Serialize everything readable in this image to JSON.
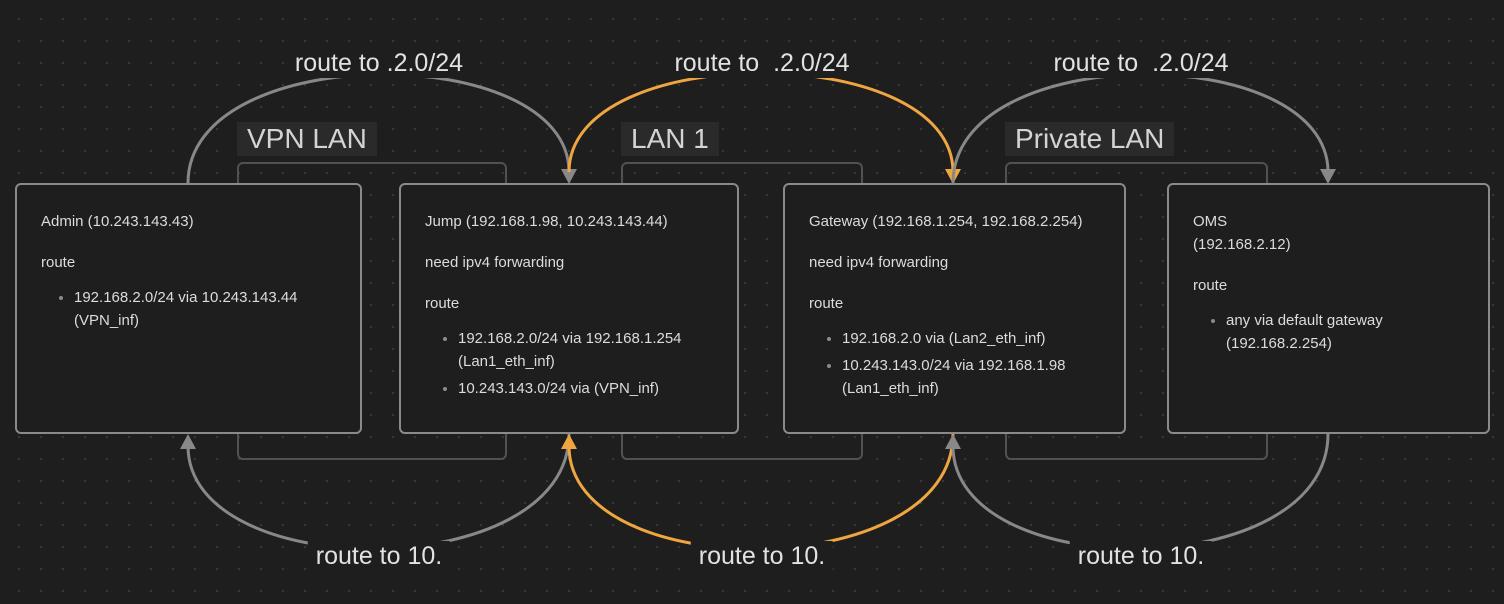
{
  "groups": [
    {
      "id": "vpn-lan",
      "label": "VPN LAN"
    },
    {
      "id": "lan-1",
      "label": "LAN 1"
    },
    {
      "id": "private-lan",
      "label": "Private LAN"
    }
  ],
  "nodes": {
    "admin": {
      "title": "Admin (10.243.143.43)",
      "route_label": "route",
      "routes": [
        "192.168.2.0/24 via 10.243.143.44 (VPN_inf)"
      ]
    },
    "jump": {
      "title": "Jump (192.168.1.98, 10.243.143.44)",
      "note": "need ipv4 forwarding",
      "route_label": "route",
      "routes": [
        "192.168.2.0/24 via 192.168.1.254 (Lan1_eth_inf)",
        "10.243.143.0/24 via (VPN_inf)"
      ]
    },
    "gateway": {
      "title": "Gateway (192.168.1.254, 192.168.2.254)",
      "note": "need ipv4 forwarding",
      "route_label": "route",
      "routes": [
        "192.168.2.0 via (Lan2_eth_inf)",
        "10.243.143.0/24 via 192.168.1.98 (Lan1_eth_inf)"
      ]
    },
    "oms": {
      "title": "OMS",
      "subtitle": "(192.168.2.12)",
      "route_label": "route",
      "routes": [
        "any via default gateway (192.168.2.254)"
      ]
    }
  },
  "edges": [
    {
      "id": "top-1",
      "from": "admin",
      "to": "jump",
      "label": "route to .2.0/24",
      "highlight": false
    },
    {
      "id": "top-2",
      "from": "jump",
      "to": "gateway",
      "label": "route to  .2.0/24",
      "highlight": true
    },
    {
      "id": "top-3",
      "from": "gateway",
      "to": "oms",
      "label": "route to  .2.0/24",
      "highlight": false
    },
    {
      "id": "bottom-1",
      "from": "jump",
      "to": "admin",
      "label": "route to 10.",
      "highlight": false
    },
    {
      "id": "bottom-2",
      "from": "gateway",
      "to": "jump",
      "label": "route to 10.",
      "highlight": true
    },
    {
      "id": "bottom-3",
      "from": "oms",
      "to": "gateway",
      "label": "route to 10.",
      "highlight": false
    }
  ],
  "colors": {
    "edge": "#888888",
    "highlight": "#f0a640",
    "background": "#1e1e1e"
  }
}
